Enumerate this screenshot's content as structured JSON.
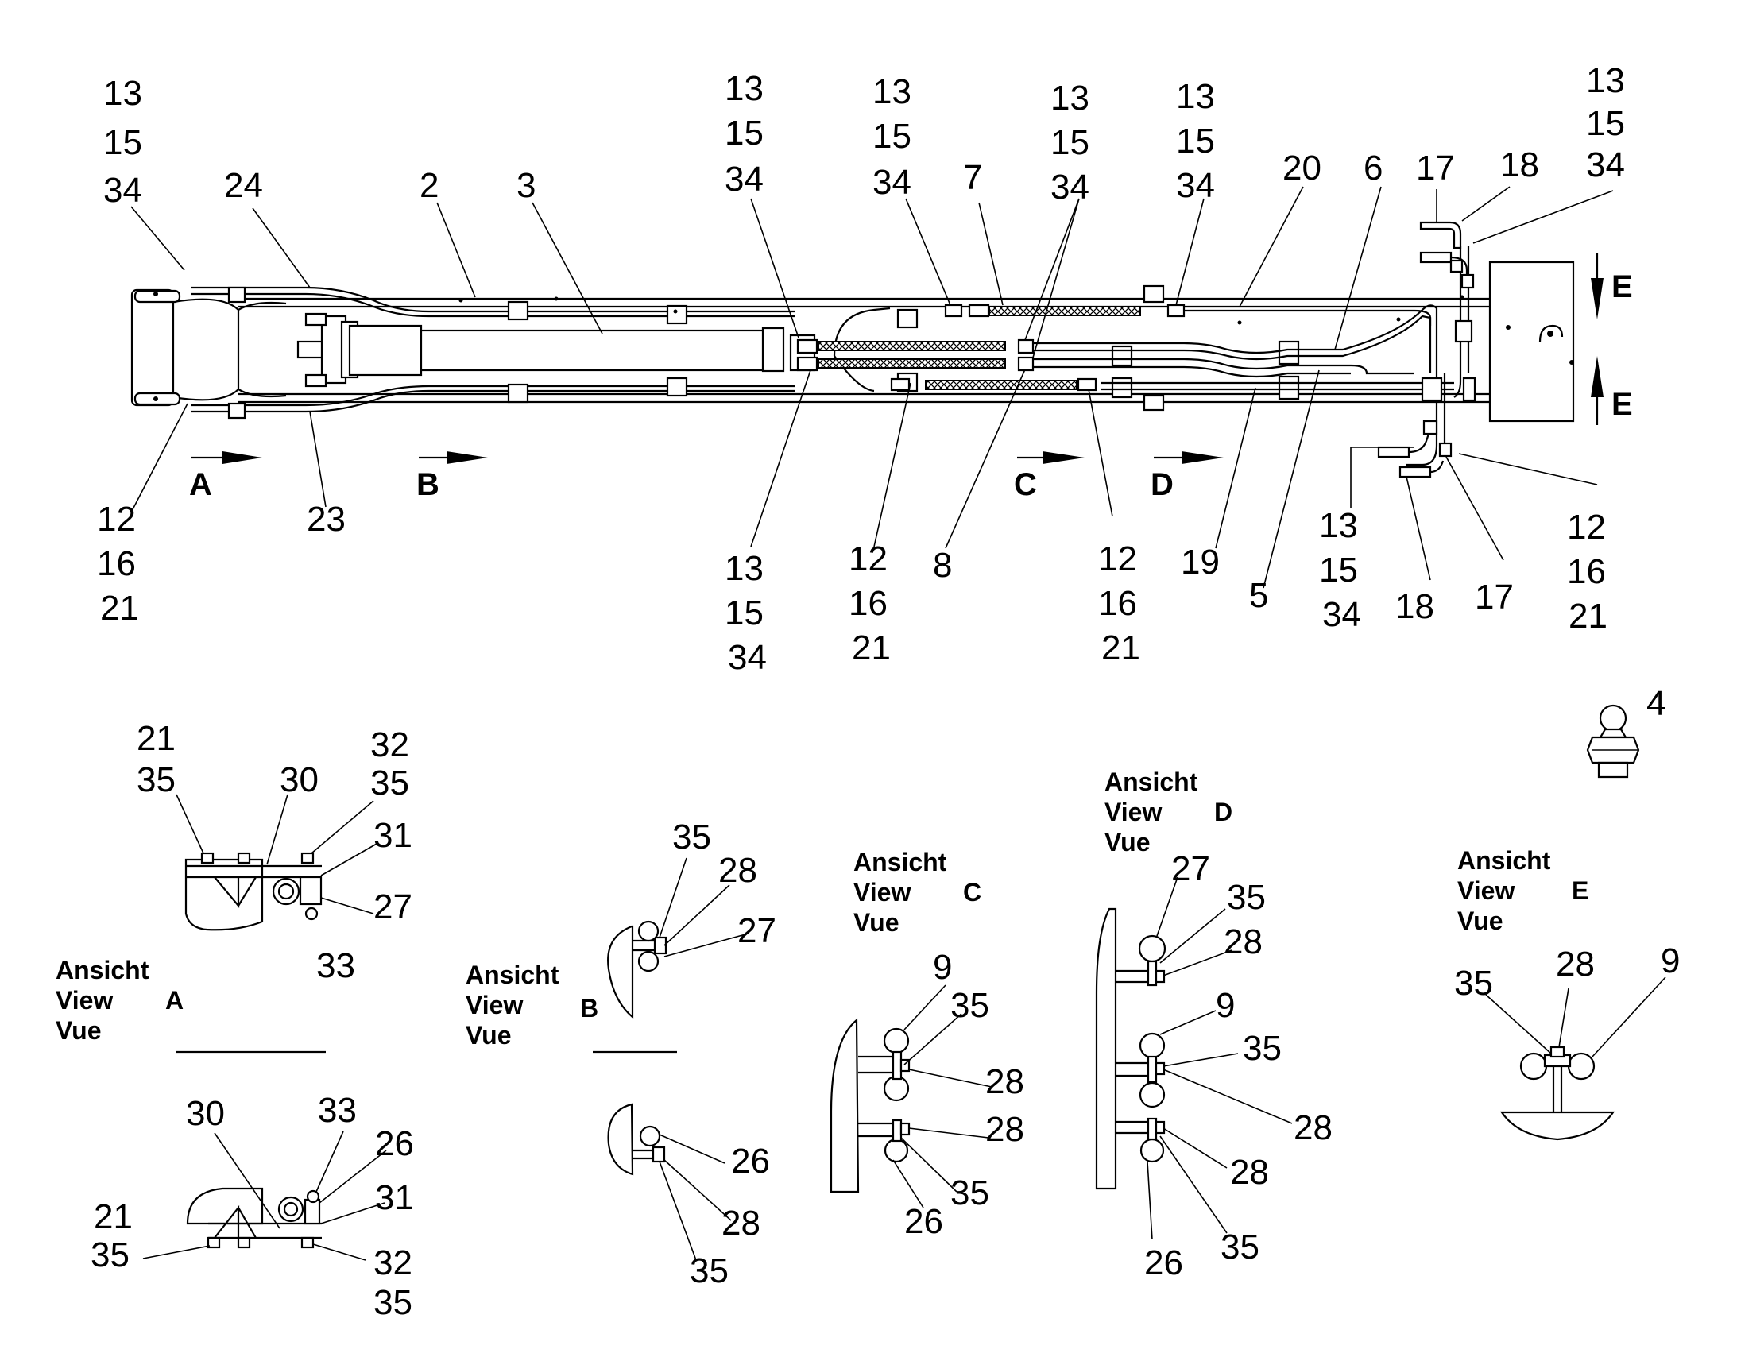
{
  "title": "Boom hydraulic line installation with clamp section views",
  "labels": [
    {
      "id": "l01",
      "text": "13"
    },
    {
      "id": "l02",
      "text": "15"
    },
    {
      "id": "l03",
      "text": "34"
    },
    {
      "id": "l04",
      "text": "24"
    },
    {
      "id": "l05",
      "text": "2"
    },
    {
      "id": "l06",
      "text": "3"
    },
    {
      "id": "l07",
      "text": "13"
    },
    {
      "id": "l08",
      "text": "15"
    },
    {
      "id": "l09",
      "text": "34"
    },
    {
      "id": "l10",
      "text": "13"
    },
    {
      "id": "l11",
      "text": "15"
    },
    {
      "id": "l12",
      "text": "34"
    },
    {
      "id": "l13",
      "text": "7"
    },
    {
      "id": "l14",
      "text": "13"
    },
    {
      "id": "l15",
      "text": "15"
    },
    {
      "id": "l16",
      "text": "34"
    },
    {
      "id": "l17",
      "text": "13"
    },
    {
      "id": "l18",
      "text": "15"
    },
    {
      "id": "l19",
      "text": "34"
    },
    {
      "id": "l20",
      "text": "20"
    },
    {
      "id": "l21",
      "text": "6"
    },
    {
      "id": "l22",
      "text": "17"
    },
    {
      "id": "l23",
      "text": "18"
    },
    {
      "id": "l24",
      "text": "13"
    },
    {
      "id": "l25",
      "text": "15"
    },
    {
      "id": "l26",
      "text": "34"
    },
    {
      "id": "l27",
      "text": "12"
    },
    {
      "id": "l28",
      "text": "16"
    },
    {
      "id": "l29",
      "text": "21"
    },
    {
      "id": "l30",
      "text": "23"
    },
    {
      "id": "l31",
      "text": "13"
    },
    {
      "id": "l32",
      "text": "15"
    },
    {
      "id": "l33",
      "text": "34"
    },
    {
      "id": "l34",
      "text": "12"
    },
    {
      "id": "l35",
      "text": "16"
    },
    {
      "id": "l36",
      "text": "21"
    },
    {
      "id": "l37",
      "text": "8"
    },
    {
      "id": "l38",
      "text": "12"
    },
    {
      "id": "l39",
      "text": "16"
    },
    {
      "id": "l40",
      "text": "21"
    },
    {
      "id": "l41",
      "text": "19"
    },
    {
      "id": "l42",
      "text": "5"
    },
    {
      "id": "l43",
      "text": "13"
    },
    {
      "id": "l44",
      "text": "15"
    },
    {
      "id": "l45",
      "text": "34"
    },
    {
      "id": "l46",
      "text": "18"
    },
    {
      "id": "l47",
      "text": "17"
    },
    {
      "id": "l48",
      "text": "12"
    },
    {
      "id": "l49",
      "text": "16"
    },
    {
      "id": "l50",
      "text": "21"
    },
    {
      "id": "l51",
      "text": "4"
    },
    {
      "id": "a01",
      "text": "21"
    },
    {
      "id": "a02",
      "text": "35"
    },
    {
      "id": "a03",
      "text": "30"
    },
    {
      "id": "a04",
      "text": "32"
    },
    {
      "id": "a05",
      "text": "35"
    },
    {
      "id": "a06",
      "text": "31"
    },
    {
      "id": "a07",
      "text": "27"
    },
    {
      "id": "a08",
      "text": "33"
    },
    {
      "id": "a09",
      "text": "30"
    },
    {
      "id": "a10",
      "text": "33"
    },
    {
      "id": "a11",
      "text": "26"
    },
    {
      "id": "a12",
      "text": "31"
    },
    {
      "id": "a13",
      "text": "21"
    },
    {
      "id": "a14",
      "text": "35"
    },
    {
      "id": "a15",
      "text": "32"
    },
    {
      "id": "a16",
      "text": "35"
    },
    {
      "id": "b01",
      "text": "35"
    },
    {
      "id": "b02",
      "text": "28"
    },
    {
      "id": "b03",
      "text": "27"
    },
    {
      "id": "b04",
      "text": "26"
    },
    {
      "id": "b05",
      "text": "28"
    },
    {
      "id": "b06",
      "text": "35"
    },
    {
      "id": "c01",
      "text": "9"
    },
    {
      "id": "c02",
      "text": "35"
    },
    {
      "id": "c03",
      "text": "28"
    },
    {
      "id": "c04",
      "text": "28"
    },
    {
      "id": "c05",
      "text": "35"
    },
    {
      "id": "c06",
      "text": "26"
    },
    {
      "id": "d01",
      "text": "27"
    },
    {
      "id": "d02",
      "text": "35"
    },
    {
      "id": "d03",
      "text": "28"
    },
    {
      "id": "d04",
      "text": "9"
    },
    {
      "id": "d05",
      "text": "35"
    },
    {
      "id": "d06",
      "text": "28"
    },
    {
      "id": "d07",
      "text": "28"
    },
    {
      "id": "d08",
      "text": "26"
    },
    {
      "id": "d09",
      "text": "35"
    },
    {
      "id": "e01",
      "text": "35"
    },
    {
      "id": "e02",
      "text": "28"
    },
    {
      "id": "e03",
      "text": "9"
    }
  ],
  "arrows": [
    {
      "id": "A",
      "text": "A"
    },
    {
      "id": "B",
      "text": "B"
    },
    {
      "id": "C",
      "text": "C"
    },
    {
      "id": "D",
      "text": "D"
    },
    {
      "id": "E1",
      "text": "E"
    },
    {
      "id": "E2",
      "text": "E"
    }
  ],
  "views": {
    "A": {
      "l1": "Ansicht",
      "l2": "View",
      "l3": "Vue",
      "letter": "A"
    },
    "B": {
      "l1": "Ansicht",
      "l2": "View",
      "l3": "Vue",
      "letter": "B"
    },
    "C": {
      "l1": "Ansicht",
      "l2": "View",
      "l3": "Vue",
      "letter": "C"
    },
    "D": {
      "l1": "Ansicht",
      "l2": "View",
      "l3": "Vue",
      "letter": "D"
    },
    "E": {
      "l1": "Ansicht",
      "l2": "View",
      "l3": "Vue",
      "letter": "E"
    }
  }
}
